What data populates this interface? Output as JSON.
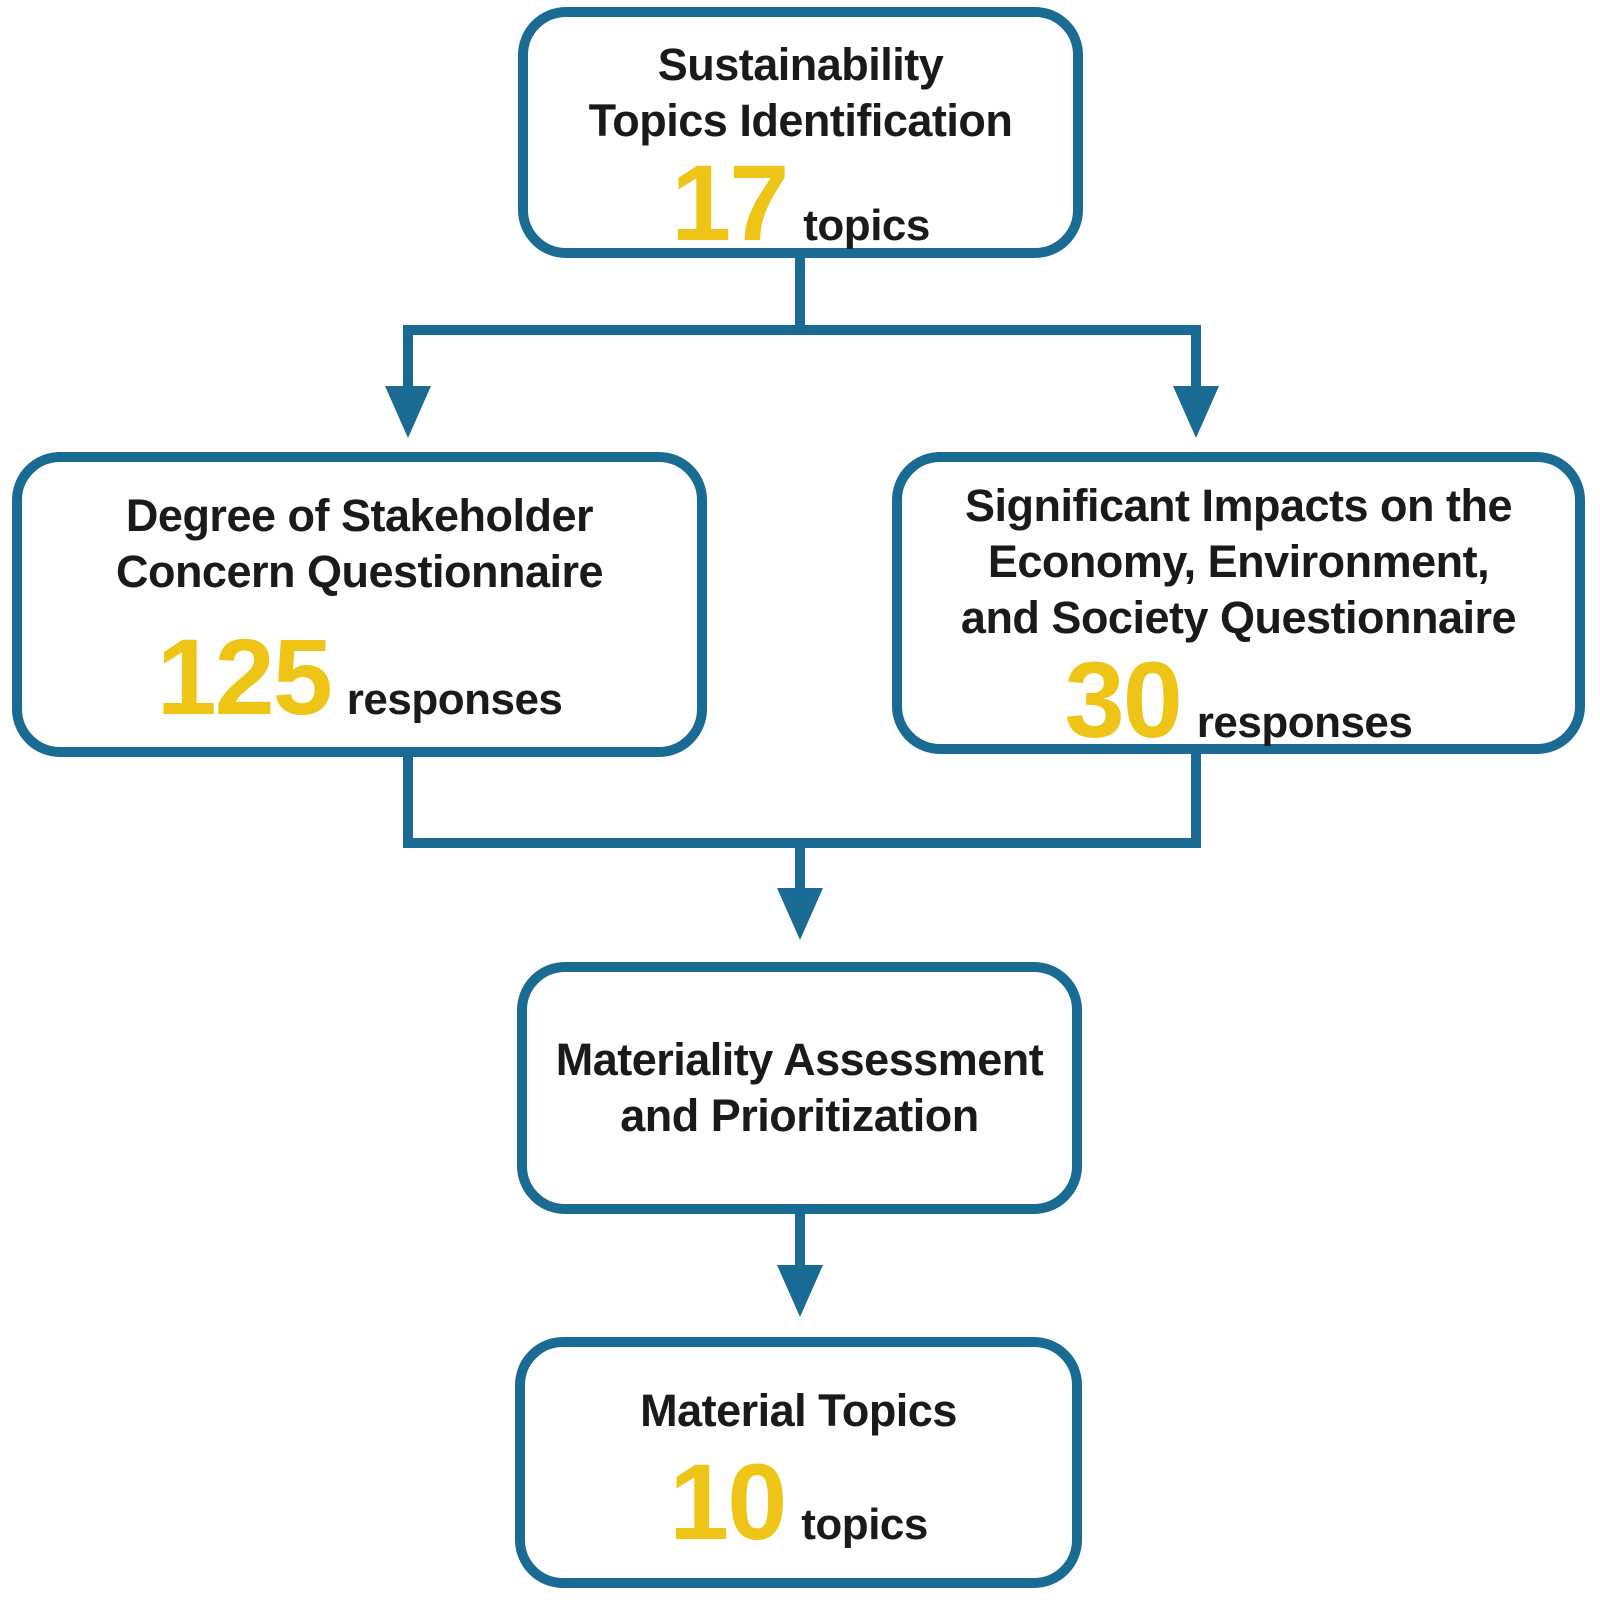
{
  "diagram": {
    "background_color": "#FFFFFF",
    "line_color": "#1A6B93",
    "number_color": "#EEC417",
    "text_color": "#1A1A1A"
  },
  "nodes": {
    "identification": {
      "lines": [
        "Sustainability",
        "Topics Identification"
      ],
      "value": "17",
      "unit": "topics"
    },
    "stakeholder_concern": {
      "lines": [
        "Degree of Stakeholder",
        "Concern Questionnaire"
      ],
      "value": "125",
      "unit": "responses"
    },
    "significant_impacts": {
      "lines": [
        "Significant Impacts on the",
        "Economy, Environment,",
        "and Society Questionnaire"
      ],
      "value": "30",
      "unit": "responses"
    },
    "materiality_assessment": {
      "lines": [
        "Materiality Assessment",
        "and Prioritization"
      ]
    },
    "material_topics": {
      "lines": [
        "Material Topics"
      ],
      "value": "10",
      "unit": "topics"
    }
  }
}
